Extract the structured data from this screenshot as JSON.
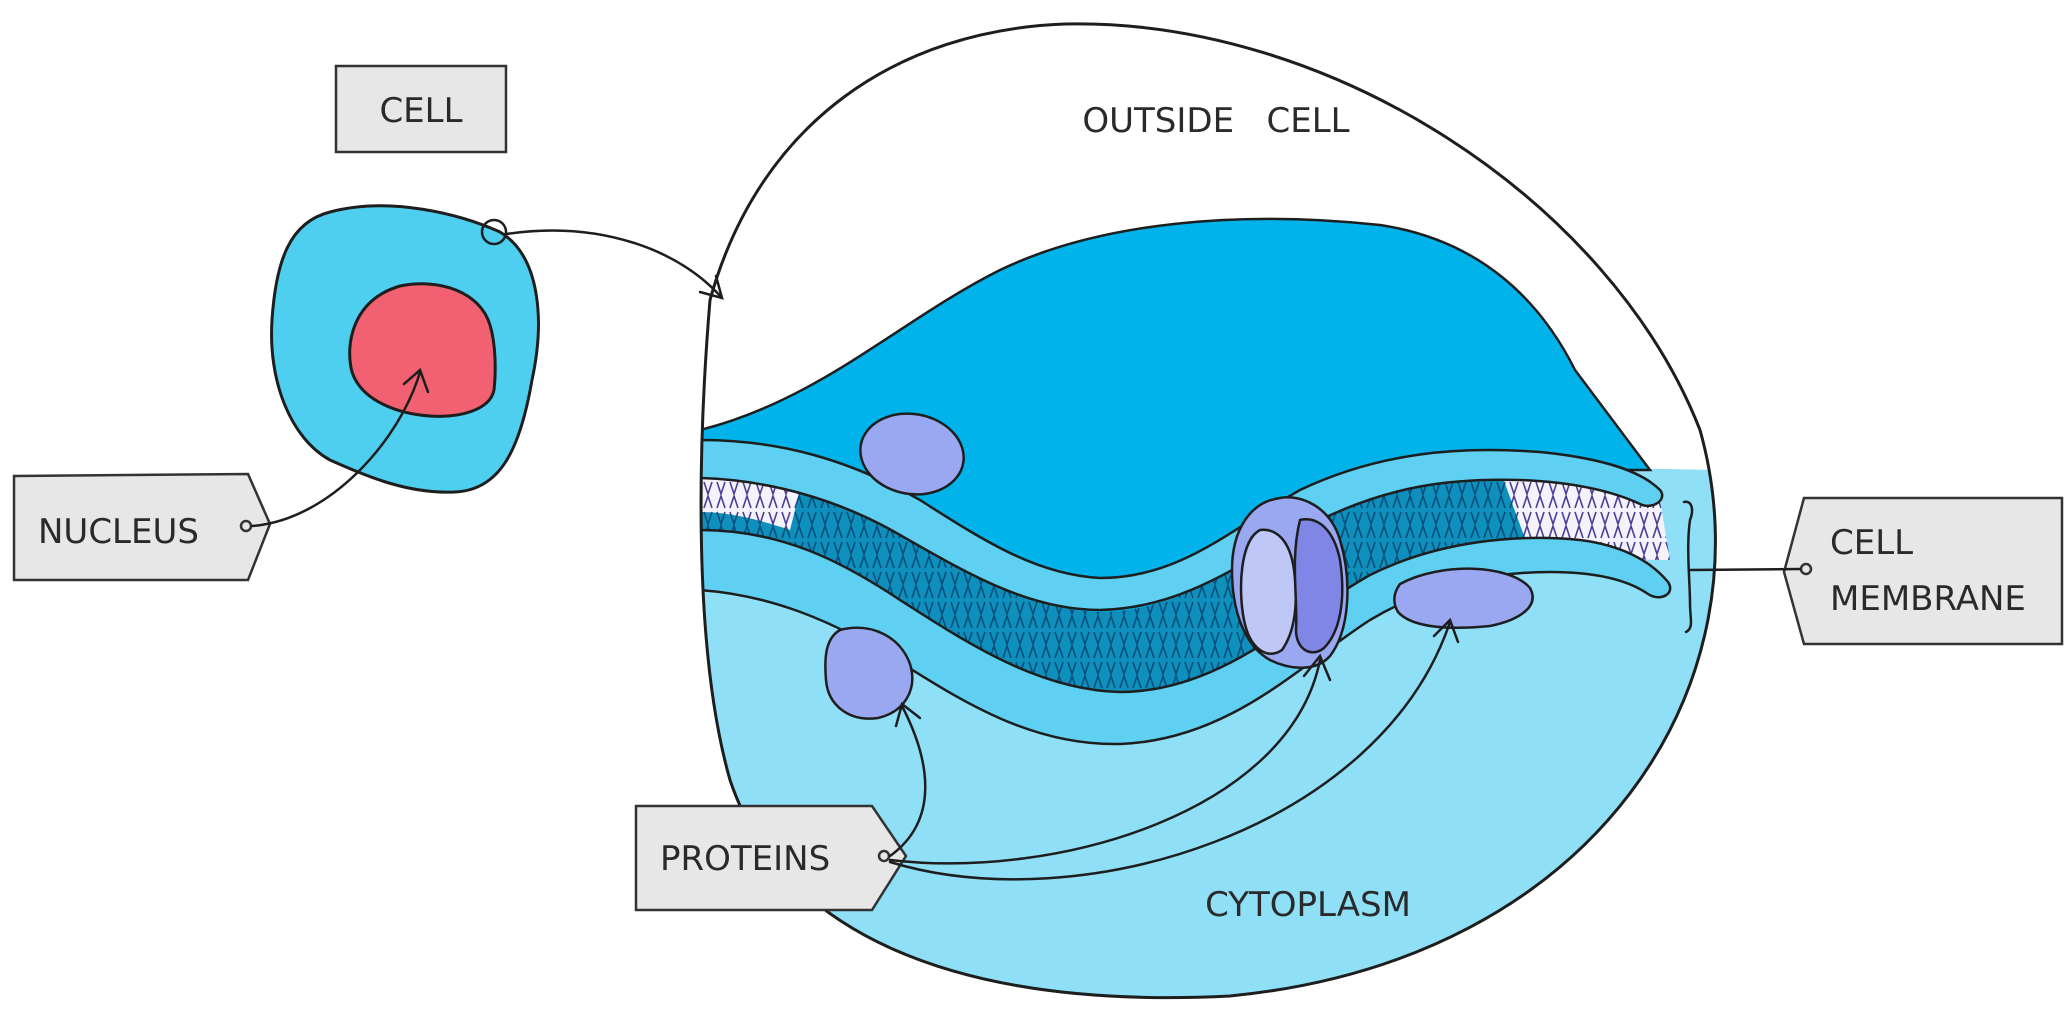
{
  "labels": {
    "cell": "CELL",
    "nucleus": "NUCLEUS",
    "outside_cell": "OUTSIDE   CELL",
    "cell_membrane_line1": "CELL",
    "cell_membrane_line2": "MEMBRANE",
    "proteins": "PROTEINS",
    "cytoplasm": "CYTOPLASM"
  },
  "colors": {
    "cytoplasm": "#8fdff7",
    "outer_face": "#00b3ea",
    "membrane_tail_region": "#0f8fbc",
    "membrane_head_band": "#5fd0f2",
    "protein": "#9aa8f2",
    "protein_dark": "#7f86e6",
    "nucleus": "#f26172",
    "cell_body": "#4fcff0",
    "tag_fill": "#e7e7e7",
    "outline": "#1e1e1e"
  }
}
